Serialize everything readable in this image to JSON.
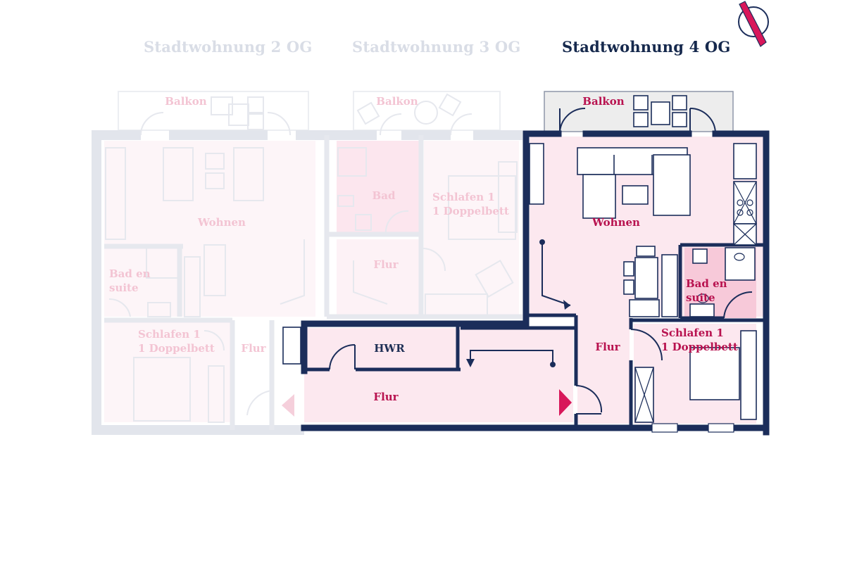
{
  "tabs": [
    {
      "label": "Stadtwohnung 2 OG",
      "active": false
    },
    {
      "label": "Stadtwohnung 3 OG",
      "active": false
    },
    {
      "label": "Stadtwohnung 4 OG",
      "active": true
    }
  ],
  "rooms_2og": {
    "balkon": "Balkon",
    "wohnen": "Wohnen",
    "bad_1": "Bad en",
    "bad_2": "suite",
    "schlafen_1": "Schlafen 1",
    "schlafen_2": "1 Doppelbett",
    "flur": "Flur"
  },
  "rooms_3og": {
    "balkon": "Balkon",
    "bad": "Bad",
    "schlafen_1": "Schlafen 1",
    "schlafen_2": "1 Doppelbett",
    "flur": "Flur"
  },
  "rooms_4og": {
    "balkon": "Balkon",
    "wohnen": "Wohnen",
    "bad_1": "Bad en",
    "bad_2": "suite",
    "schlafen_1": "Schlafen 1",
    "schlafen_2": "1 Doppelbett",
    "flur": "Flur"
  },
  "shared": {
    "hwr": "HWR",
    "flur": "Flur"
  },
  "compass": {
    "icon": "north-arrow-icon"
  },
  "colors": {
    "wall_active": "#1b2d5a",
    "wall_dim": "#e2e5ec",
    "room_fill": "#fce8ef",
    "bath_fill": "#f7c9d9",
    "label_active": "#b8124f",
    "label_dim": "#f3c4d3",
    "heading_active": "#16294d",
    "heading_dim": "#d9dde6",
    "accent": "#d8175a"
  }
}
